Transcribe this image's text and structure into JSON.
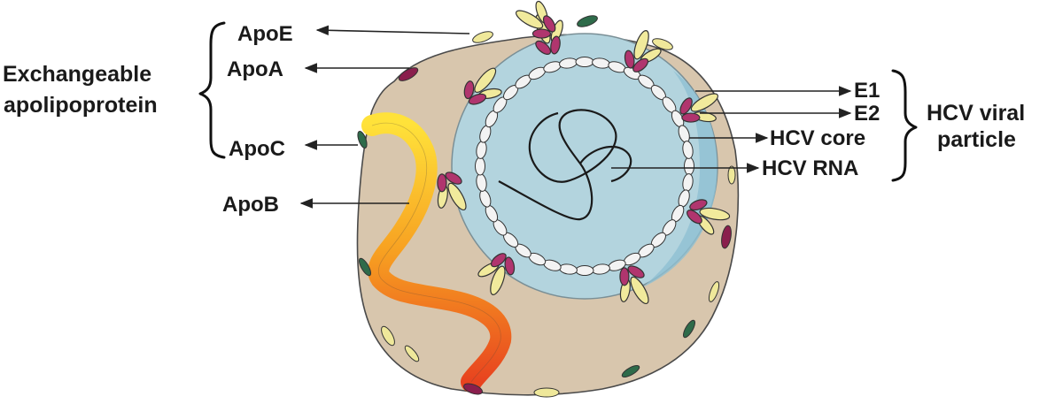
{
  "labels": {
    "apoE": "ApoE",
    "apoA": "ApoA",
    "apoC": "ApoC",
    "apoB": "ApoB",
    "exchangeable_line1": "Exchangeable",
    "exchangeable_line2": "apolipoprotein",
    "e1": "E1",
    "e2": "E2",
    "hcv_core": "HCV core",
    "hcv_rna": "HCV RNA",
    "viral_line1": "HCV viral",
    "viral_line2": "particle"
  },
  "colors": {
    "lipoprotein": "#d8c6ad",
    "viral_particle": "#b3d4de",
    "viral_particle_edge": "#8fbfd2",
    "capsid_unit": "#f3f3f3",
    "e1_protein": "#b0356e",
    "e2_protein": "#f1ea9c",
    "apoE_protein": "#efe89a",
    "apoA_protein": "#8a1f4d",
    "apoC_protein": "#2e6b4a",
    "apoB_gradient_start": "#ffe23a",
    "apoB_gradient_end": "#e8431f"
  }
}
